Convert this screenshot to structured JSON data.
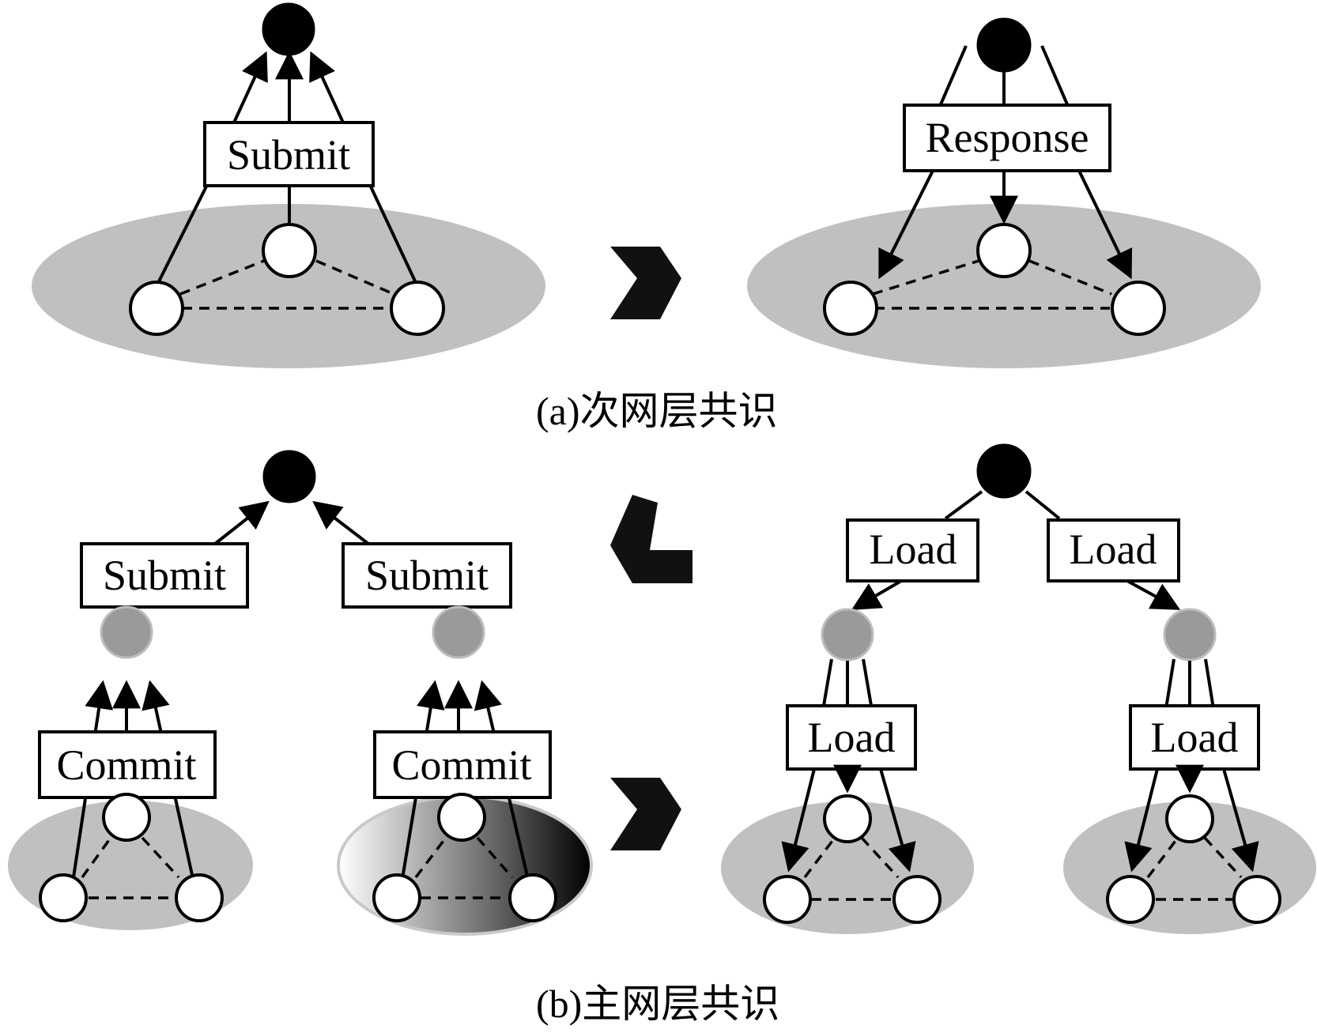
{
  "labels": {
    "submit": "Submit",
    "response": "Response",
    "commit": "Commit",
    "load": "Load"
  },
  "captions": {
    "a": "(a)次网层共识",
    "b": "(b)主网层共识"
  },
  "colors": {
    "ellipse": "#c0c0c0",
    "gray_node": "#9a9a9a",
    "black_node": "#000000",
    "arrow_chevron": "#111111"
  }
}
